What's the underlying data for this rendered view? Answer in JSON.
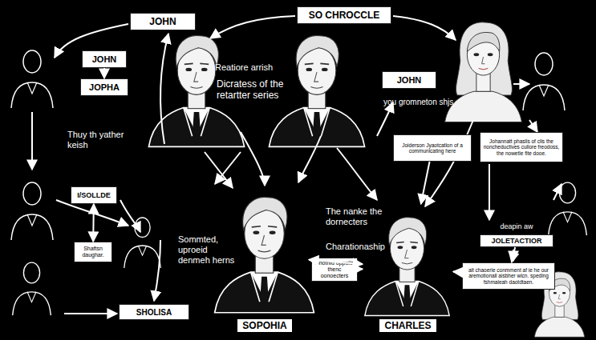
{
  "diagram": {
    "nodes": [
      {
        "text": [
          "SO CHROCCLE"
        ]
      },
      {
        "text": [
          "JOHN"
        ]
      },
      {
        "text": [
          "JOHN"
        ]
      },
      {
        "text": [
          "JOPHA"
        ]
      },
      {
        "text": [
          "JOHN"
        ]
      },
      {
        "text": [
          "Joiderson Jyaotcatlon of a communicating here"
        ]
      },
      {
        "text": [
          "Johannatt phaslis of clis the noncheductives cullore freodoss, the nowetle fite dooe."
        ]
      },
      {
        "text": [
          "I/SOLLDE"
        ]
      },
      {
        "text": [
          "Shaftsn daughar."
        ]
      },
      {
        "text": [
          "SOPOHIA"
        ]
      },
      {
        "text": [
          "Snothid oppoils thenc oonoecters"
        ]
      },
      {
        "text": [
          "CHARLES"
        ]
      },
      {
        "text": [
          "SHOLISA"
        ]
      },
      {
        "text": [
          "deapin aw",
          "JOLETACTIOR"
        ]
      },
      {
        "text": [
          "ait chaoerle conmment af ie he our aremotionall aisbher wlcn. speding fshmaleah daotdtaen."
        ]
      }
    ],
    "edges": [
      {
        "from": 2,
        "to": 3,
        "arrow": "to"
      },
      {
        "from": 7,
        "to": 8,
        "arrow": "both"
      },
      {
        "from": 9,
        "to": 11,
        "arrow": "both"
      },
      {
        "from": 10,
        "to": 11,
        "arrow": "to"
      },
      {
        "from": 5,
        "to": 11,
        "arrow": "to"
      },
      {
        "from": 14,
        "to": 11,
        "arrow": "to"
      },
      {
        "from": 13,
        "to": 14,
        "arrow": "to"
      }
    ],
    "labels": [
      "Reatiore arrish",
      "Dicratess of the retartter series",
      "you gromneton shjs",
      "Thuy th yather keish",
      "Sommted, uproeid denmeh herns",
      "The nanke the dornecters",
      "Charationaship"
    ]
  }
}
